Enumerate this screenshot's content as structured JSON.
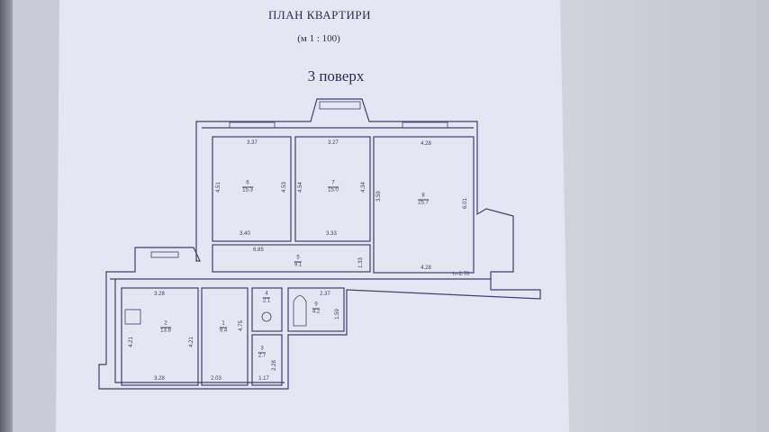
{
  "document": {
    "title": "ПЛАН КВАРТИРИ",
    "scale": "(м 1 : 100)",
    "floor": "3 поверх"
  },
  "rooms": [
    {
      "number": "1",
      "area": "9.4"
    },
    {
      "number": "2",
      "area": "13.8"
    },
    {
      "number": "3",
      "area": "2.7"
    },
    {
      "number": "4",
      "area": "2.1"
    },
    {
      "number": "5",
      "area": "9.1"
    },
    {
      "number": "6",
      "area": "15.3"
    },
    {
      "number": "7",
      "area": "15.0"
    },
    {
      "number": "8",
      "area": "25.7"
    },
    {
      "number": "9",
      "area": "4.2"
    }
  ],
  "dimensions": [
    "3.37",
    "3.27",
    "4.28",
    "4.51",
    "4.53",
    "4.54",
    "4.34",
    "3.59",
    "6.01",
    "3.40",
    "3.33",
    "6.85",
    "1.33",
    "4.28",
    "h=2.70",
    "3.28",
    "4.21",
    "4.21",
    "3.28",
    "4.75",
    "2.03",
    "1.17",
    "2.28",
    "2.37",
    "1.59"
  ],
  "colors": {
    "ink": "#3a3d66",
    "paper": "#e6e6f3"
  }
}
